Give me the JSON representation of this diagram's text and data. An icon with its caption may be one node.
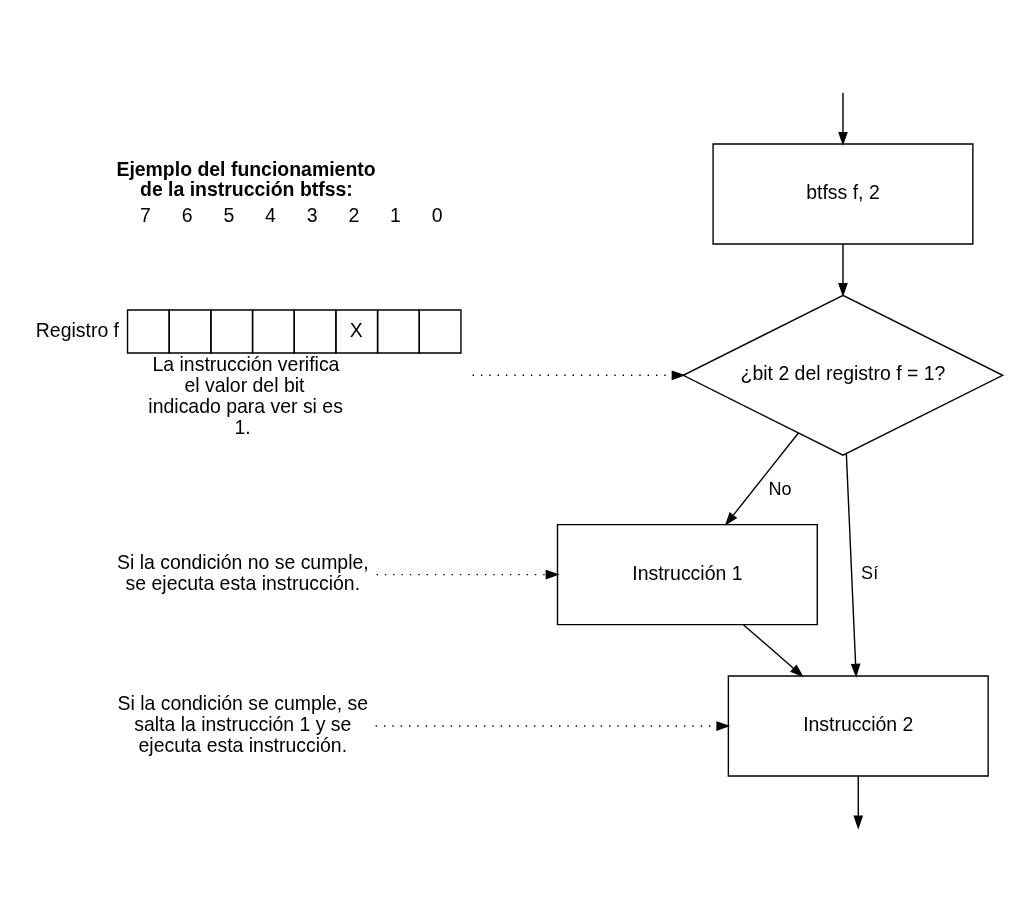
{
  "diagram": {
    "nodes": [
      {
        "text": [
          "btfss f, 2"
        ]
      },
      {
        "text": [
          "¿bit 2 del registro f = 1?"
        ]
      },
      {
        "text": [
          "Instrucción 1"
        ]
      },
      {
        "text": [
          "Instrucción 2"
        ]
      },
      {
        "text": [
          "Registro f",
          "X"
        ],
        "beside": [
          "La instrucción verifica el valor del bit indicado para ver si es 1."
        ]
      },
      {
        "text": [
          "Si la condición no se cumple, se ejecuta esta instrucción."
        ]
      },
      {
        "text": [
          "Si la condición se cumple, se salta la instrucción 1 y se ejecuta esta instrucción."
        ]
      }
    ],
    "edges": [
      {
        "from": null,
        "to": 0,
        "arrow": "to"
      },
      {
        "from": 0,
        "to": 1,
        "arrow": "to"
      },
      {
        "from": 1,
        "to": 2,
        "arrow": "to",
        "label": "No"
      },
      {
        "from": 1,
        "to": 3,
        "arrow": "to",
        "label": "Sí"
      },
      {
        "from": 2,
        "to": 3,
        "arrow": "to"
      },
      {
        "from": 3,
        "to": null,
        "arrow": "to"
      },
      {
        "from": 4,
        "to": 1,
        "arrow": "to",
        "style": "dashed"
      },
      {
        "from": 5,
        "to": 2,
        "arrow": "to",
        "style": "dashed"
      },
      {
        "from": 6,
        "to": 3,
        "arrow": "to",
        "style": "dashed"
      }
    ],
    "labels": [
      "Ejemplo del funcionamiento de la instrucción btfss:",
      "7",
      "6",
      "5",
      "4",
      "3",
      "2",
      "1",
      "0"
    ]
  }
}
